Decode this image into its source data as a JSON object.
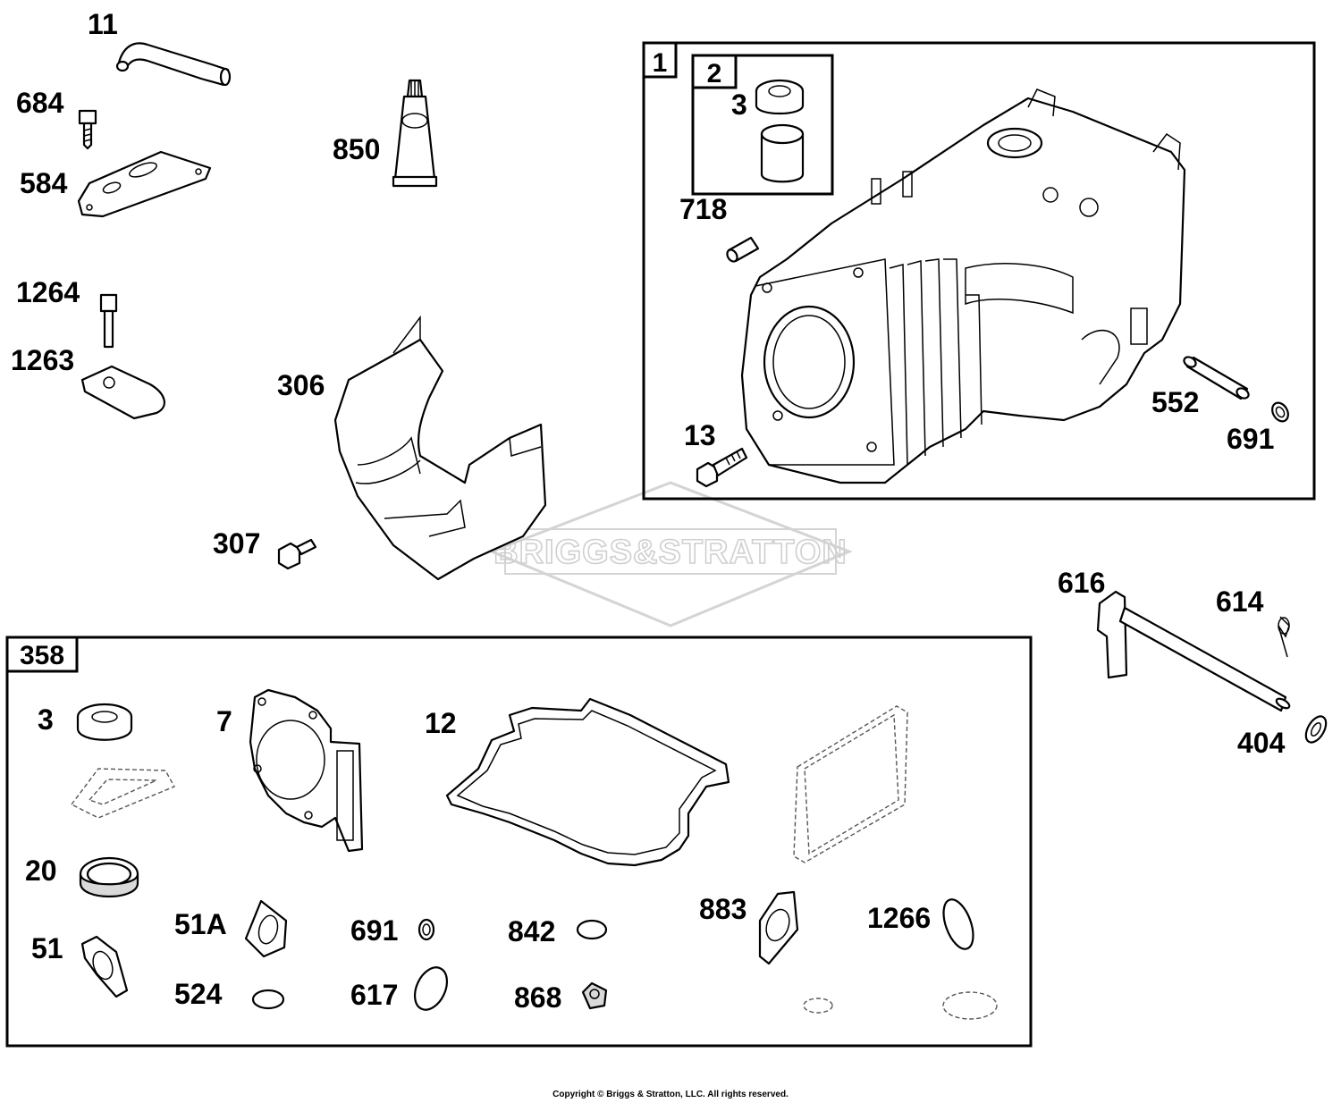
{
  "watermark": "BRIGGS&STRATTON",
  "copyright": "Copyright © Briggs & Stratton, LLC. All rights reserved.",
  "box_labels": {
    "box1": "1",
    "box2": "2",
    "box358": "358"
  },
  "labels": {
    "p11": "11",
    "p684": "684",
    "p584": "584",
    "p850": "850",
    "p1264": "1264",
    "p1263": "1263",
    "p306": "306",
    "p307": "307",
    "p3a": "3",
    "p718": "718",
    "p13": "13",
    "p552": "552",
    "p691a": "691",
    "p616": "616",
    "p614": "614",
    "p404": "404",
    "p3b": "3",
    "p7": "7",
    "p12": "12",
    "p20": "20",
    "p51": "51",
    "p51a": "51A",
    "p524": "524",
    "p691b": "691",
    "p617": "617",
    "p842": "842",
    "p868": "868",
    "p883": "883",
    "p1266": "1266"
  }
}
